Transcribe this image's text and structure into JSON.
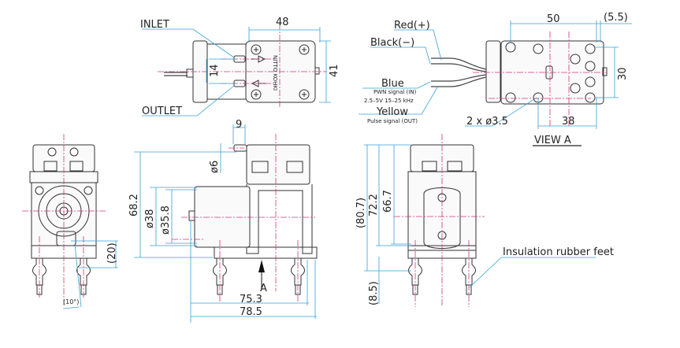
{
  "colors": {
    "centerline": "#d2357a",
    "dimension": "#3aa0d6",
    "outline": "#333333"
  },
  "top_view": {
    "inlet_label": "INLET",
    "outlet_label": "OUTLET",
    "brand_text": "NITTO KOHKI",
    "dims": {
      "width": "48",
      "height": "41",
      "port_spacing": "14"
    }
  },
  "view_a": {
    "title": "VIEW A",
    "wires": {
      "red": "Red(+)",
      "black": "Black(−)",
      "blue": "Blue",
      "blue_note1": "PWN signal (IN)",
      "blue_note2": "2.5–5V  15–25 kHz",
      "yellow": "Yellow",
      "yellow_note": "Pulse signal (OUT)"
    },
    "dims": {
      "length": "50",
      "offset": "(5.5)",
      "height": "30",
      "hole_spacing": "38",
      "holes": "2 x ø3.5"
    }
  },
  "end_view": {
    "dims": {
      "angle": "(10°)",
      "height": "(20)"
    }
  },
  "side_view": {
    "arrow_label": "A",
    "dims": {
      "port_len": "9",
      "port_dia": "ø6",
      "height": "68.2",
      "motor_dia": "ø38",
      "motor_inner": "ø35.8",
      "width1": "75.3",
      "width2": "78.5"
    }
  },
  "front_view": {
    "feet_label": "Insulation rubber feet",
    "dims": {
      "total": "(80.7)",
      "h1": "72.2",
      "h2": "66.7",
      "feet": "(8.5)"
    }
  }
}
